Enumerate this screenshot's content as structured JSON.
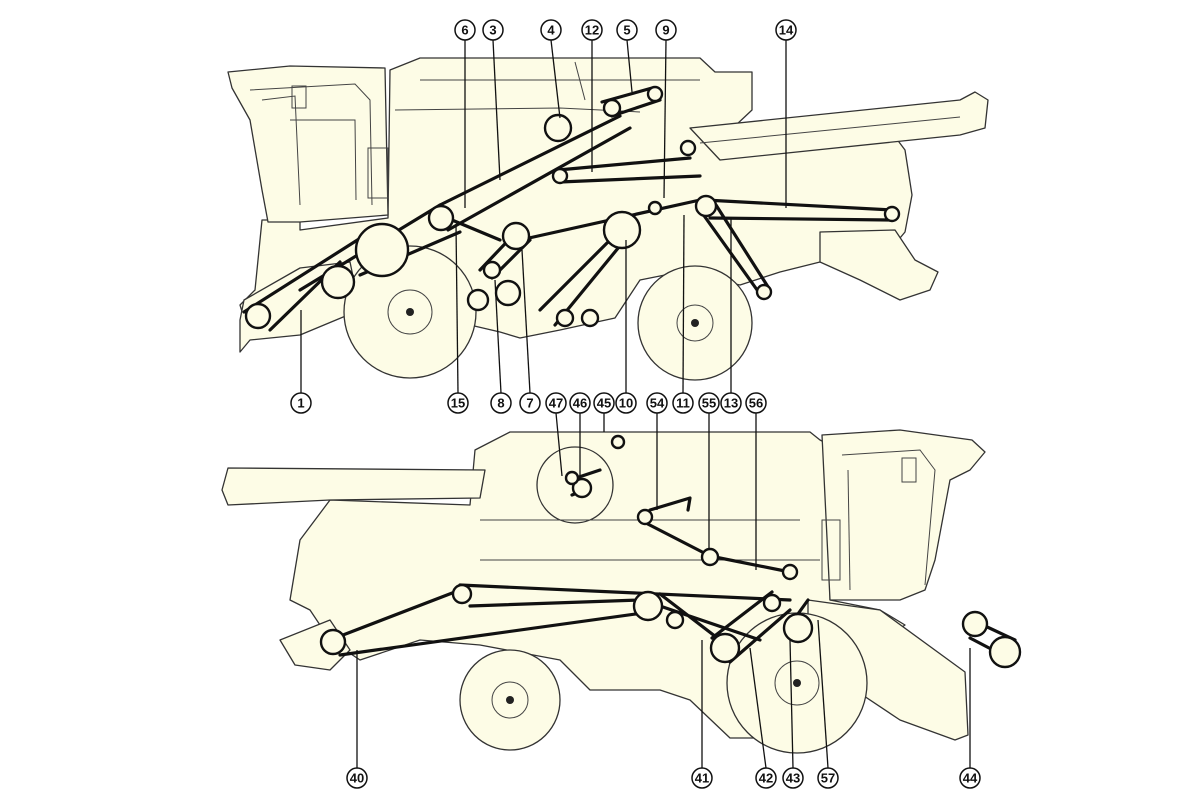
{
  "colors": {
    "body_fill": "#fdfce6",
    "belt": "#111111",
    "outline": "#333333",
    "background": "#ffffff"
  },
  "views": [
    {
      "id": "left-side-view",
      "callouts": [
        {
          "label": "1"
        },
        {
          "label": "3"
        },
        {
          "label": "4"
        },
        {
          "label": "5"
        },
        {
          "label": "6"
        },
        {
          "label": "7"
        },
        {
          "label": "8"
        },
        {
          "label": "9"
        },
        {
          "label": "10"
        },
        {
          "label": "11"
        },
        {
          "label": "12"
        },
        {
          "label": "13"
        },
        {
          "label": "14"
        },
        {
          "label": "15"
        }
      ]
    },
    {
      "id": "right-side-view",
      "callouts": [
        {
          "label": "40"
        },
        {
          "label": "41"
        },
        {
          "label": "42"
        },
        {
          "label": "43"
        },
        {
          "label": "44"
        },
        {
          "label": "45"
        },
        {
          "label": "46"
        },
        {
          "label": "47"
        },
        {
          "label": "54"
        },
        {
          "label": "55"
        },
        {
          "label": "56"
        },
        {
          "label": "57"
        }
      ]
    }
  ]
}
